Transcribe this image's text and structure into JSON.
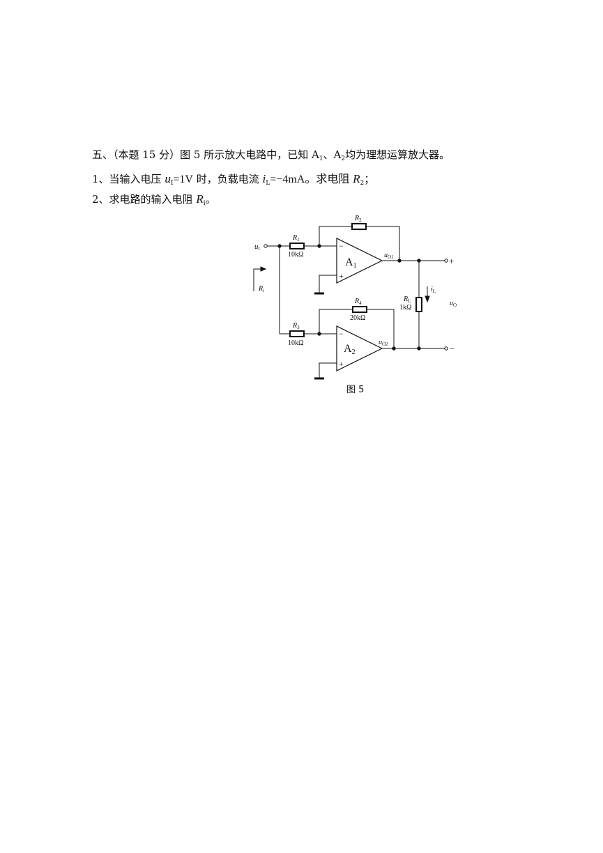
{
  "problem": {
    "header": "五、（本题 15 分）图 5 所示放大电路中，已知 A",
    "header_sub1": "1",
    "header_mid": "、A",
    "header_sub2": "2",
    "header_tail": "均为理想运算放大器。",
    "q1_prefix": "1、当输入电压",
    "q1_u": "u",
    "q1_u_sub": "I",
    "q1_u_val": "=1V",
    "q1_mid": "时，负载电流",
    "q1_i": "i",
    "q1_i_sub": "L",
    "q1_i_val": "=−4mA。求电阻",
    "q1_r": "R",
    "q1_r_sub": "2",
    "q1_end": "；",
    "q2_prefix": "2、求电路的输入电阻",
    "q2_r": "R",
    "q2_r_sub": "i",
    "q2_end": "。"
  },
  "circuit": {
    "u_in": "u",
    "u_in_sub": "I",
    "r_in": "R",
    "r_in_sub": "i",
    "R1": "R",
    "R1_sub": "1",
    "R1_val": "10kΩ",
    "R2": "R",
    "R2_sub": "2",
    "R3": "R",
    "R3_sub": "3",
    "R3_val": "10kΩ",
    "R4": "R",
    "R4_sub": "4",
    "R4_val": "20kΩ",
    "RL": "R",
    "RL_sub": "L",
    "RL_val": "1kΩ",
    "A1": "A",
    "A1_sub": "1",
    "A2": "A",
    "A2_sub": "2",
    "uO1": "u",
    "uO1_sub": "O1",
    "uO2": "u",
    "uO2_sub": "O2",
    "iL": "i",
    "iL_sub": "L",
    "uO": "u",
    "uO_sub": "O",
    "minus": "−",
    "plus": "+",
    "out_plus": "+",
    "out_minus": "−",
    "caption": "图 5"
  }
}
